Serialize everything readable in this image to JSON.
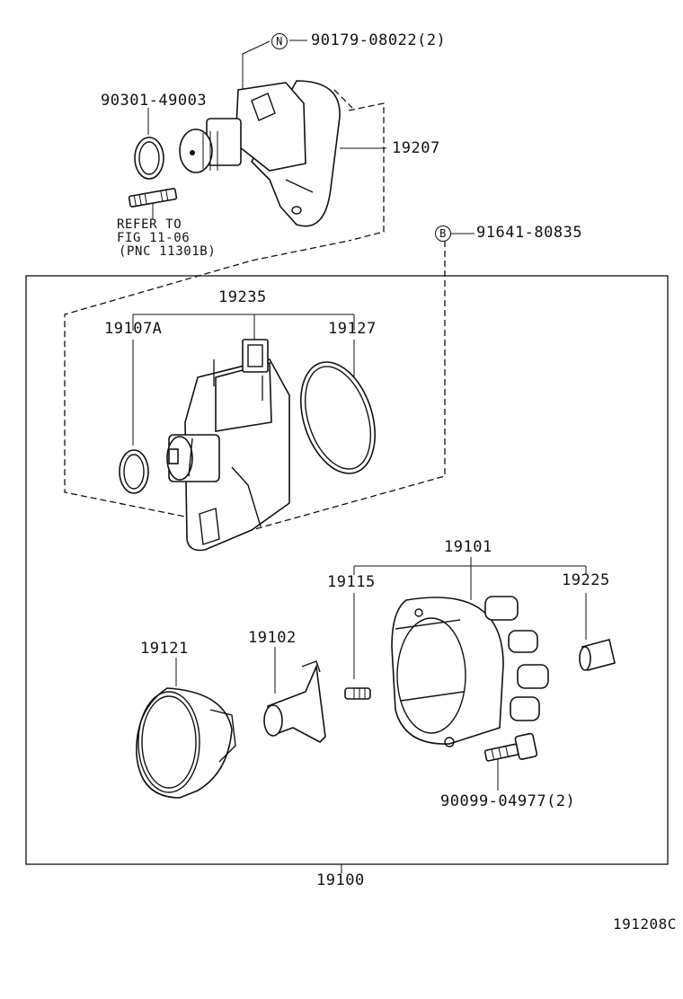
{
  "labels": {
    "n_symbol": "N",
    "n_part": "90179-08022(2)",
    "oring_top": "90301-49003",
    "housing": "19207",
    "refer_line1": "REFER TO",
    "refer_line2": "FIG 11-06",
    "refer_line3": "(PNC 11301B)",
    "b_symbol": "B",
    "b_part": "91641-80835",
    "group_19235": "19235",
    "part_19107a": "19107A",
    "part_19127": "19127",
    "group_19101": "19101",
    "part_19115": "19115",
    "part_19225": "19225",
    "part_19121": "19121",
    "part_19102": "19102",
    "bolt": "90099-04977(2)",
    "assembly": "19100",
    "figure_code": "191208C"
  }
}
